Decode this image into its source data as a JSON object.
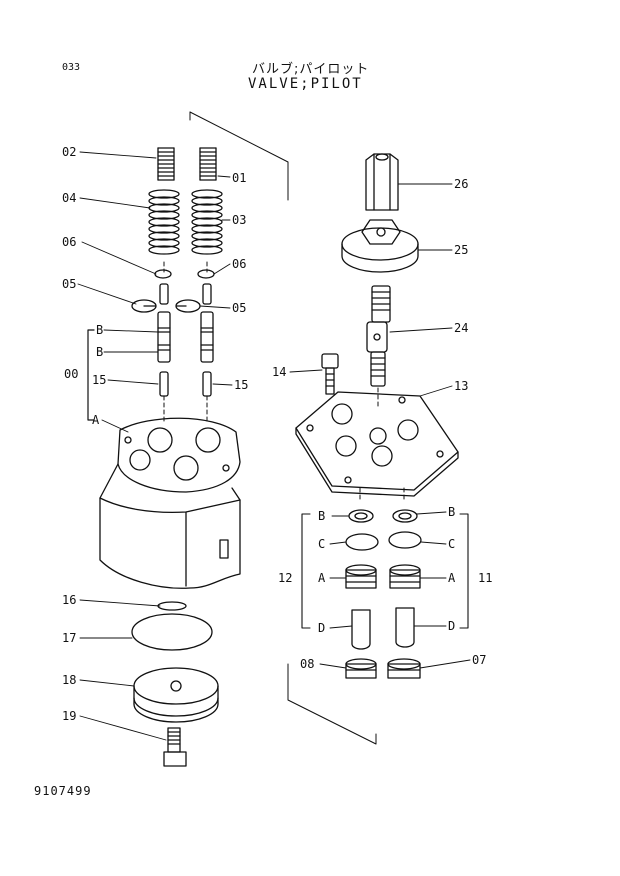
{
  "header": {
    "page_no": "033",
    "title_jp": "バルブ;パイロット",
    "title_en": "VALVE;PILOT"
  },
  "footer": {
    "drawing_no": "9107499"
  },
  "callouts": {
    "c02": "02",
    "c01": "01",
    "c04": "04",
    "c03": "03",
    "c06l": "06",
    "c06r": "06",
    "c05l": "05",
    "c05r": "05",
    "cB1": "B",
    "cB2": "B",
    "c00": "00",
    "c15l": "15",
    "c15r": "15",
    "cA": "A",
    "c16": "16",
    "c17": "17",
    "c18": "18",
    "c19": "19",
    "c26": "26",
    "c25": "25",
    "c24": "24",
    "c14": "14",
    "c13": "13",
    "cBl": "B",
    "cBr": "B",
    "cCl": "C",
    "cCr": "C",
    "c12": "12",
    "cAl": "A",
    "cAr": "A",
    "c11": "11",
    "cDl": "D",
    "cDr": "D",
    "c08": "08",
    "c07": "07"
  }
}
